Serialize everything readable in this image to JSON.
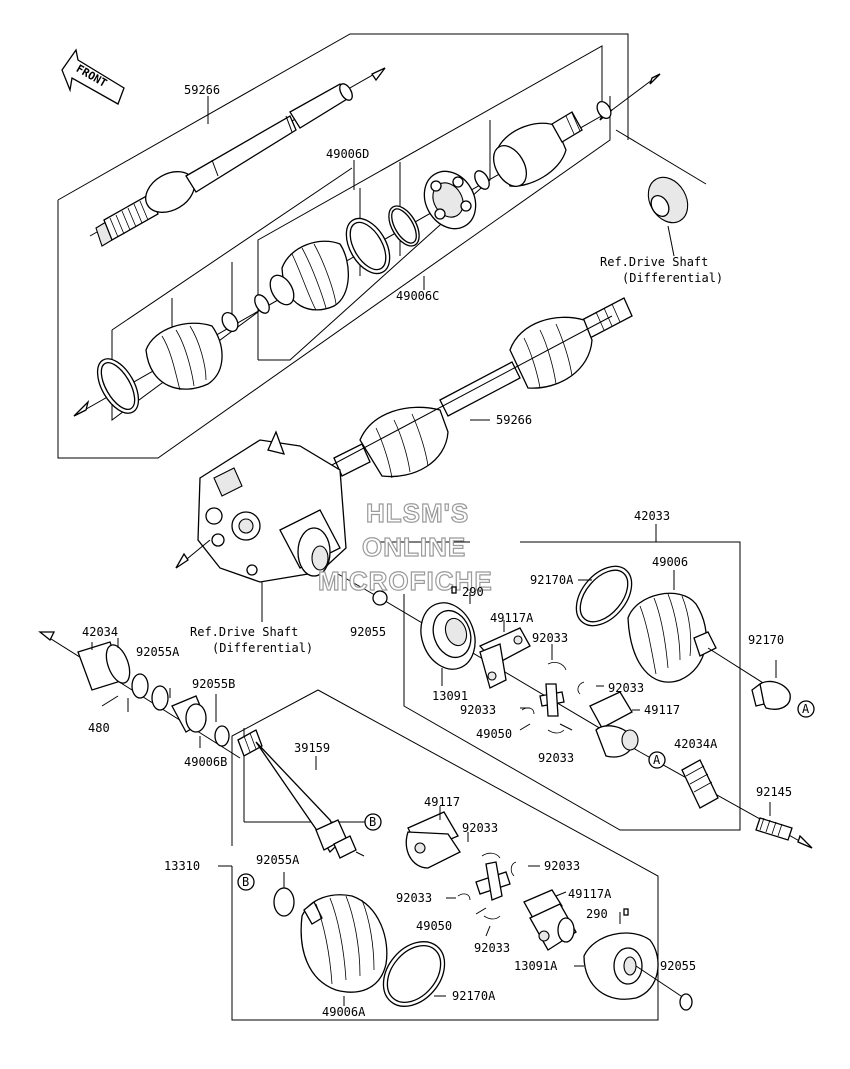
{
  "front_label": "FRONT",
  "watermark": [
    "HLSM'S",
    "ONLINE",
    "MICROFICHE"
  ],
  "ref_upper": [
    "Ref.Drive Shaft",
    "(Differential)"
  ],
  "ref_lower": [
    "Ref.Drive Shaft",
    "(Differential)"
  ],
  "callouts": {
    "c59266a": "59266",
    "c49006D": "49006D",
    "c49006C": "49006C",
    "c59266b": "59266",
    "c42033": "42033",
    "c92170A_top": "92170A",
    "c49006": "49006",
    "c290_top": "290",
    "c49117A_top": "49117A",
    "c92033_1": "92033",
    "c92170": "92170",
    "c92055_top": "92055",
    "c13091": "13091",
    "c92033_2": "92033",
    "c92033_3": "92033",
    "c49117_top": "49117",
    "c49050_top": "49050",
    "c92033_4": "92033",
    "c42034A": "42034A",
    "c42034": "42034",
    "c92055A_top": "92055A",
    "c92055B": "92055B",
    "c480": "480",
    "c49006B": "49006B",
    "c39159": "39159",
    "c92145": "92145",
    "c49117_bot": "49117",
    "c13310": "13310",
    "c92033_5": "92033",
    "c92055A_bot": "92055A",
    "c92033_6": "92033",
    "c92033_7": "92033",
    "c49117A_bot": "49117A",
    "c49050_bot": "49050",
    "c290_bot": "290",
    "c92033_8": "92033",
    "c13091A": "13091A",
    "c92055_bot": "92055",
    "c49006A": "49006A",
    "c92170A_bot": "92170A"
  },
  "markers": {
    "A": "A",
    "B": "B"
  }
}
